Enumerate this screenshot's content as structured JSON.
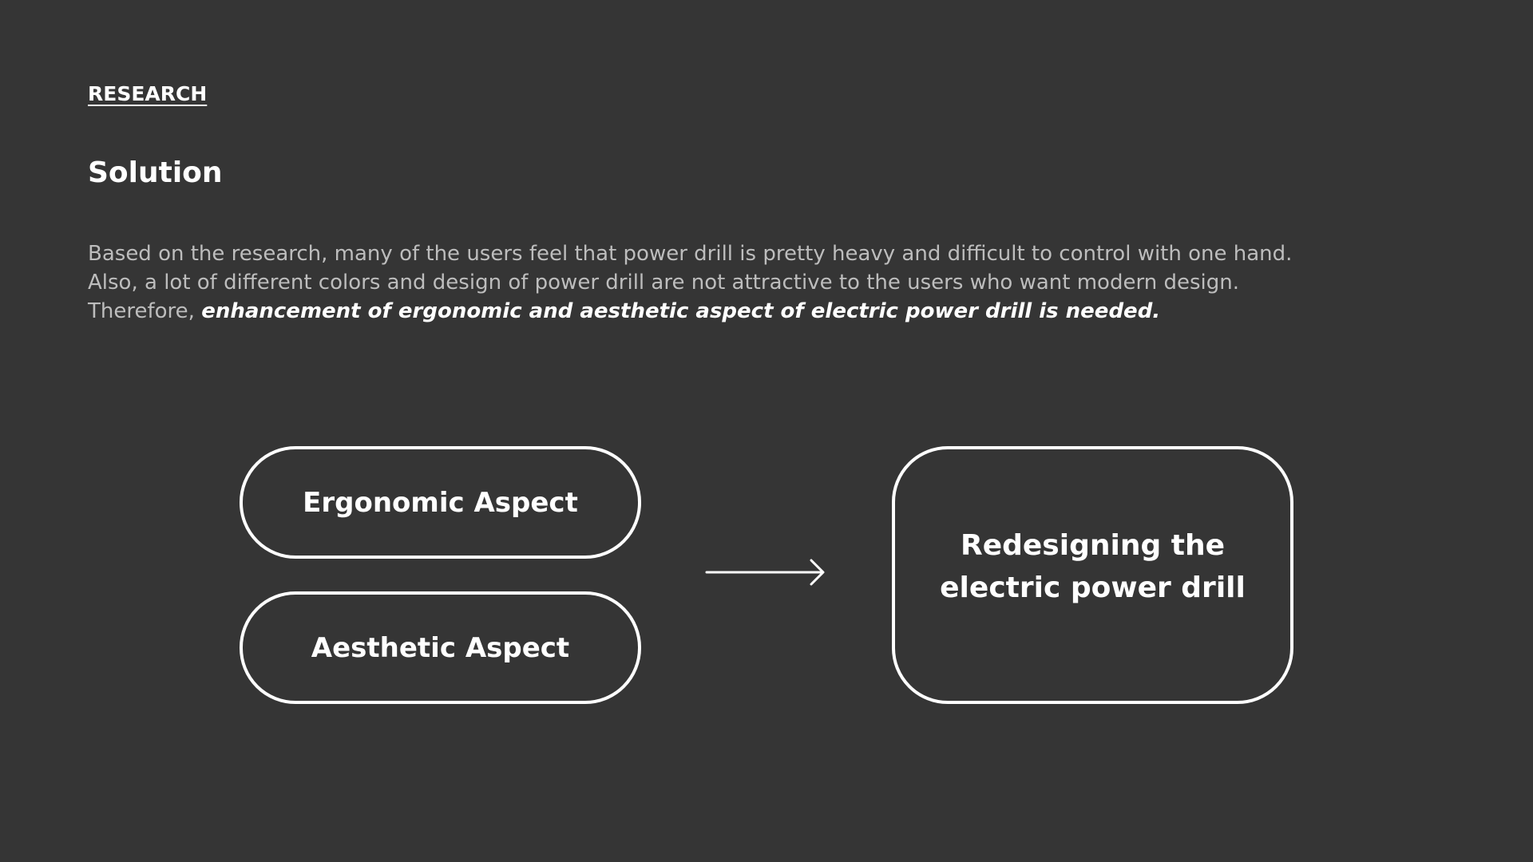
{
  "header": {
    "section_label": "RESEARCH",
    "title": "Solution"
  },
  "body": {
    "line1": "Based on the research, many of the users feel that power drill is pretty heavy and difficult to control with one hand.",
    "line2": "Also, a lot of different colors and design of power drill are not attractive to the users who want modern design.",
    "line3_prefix": "Therefore, ",
    "line3_emphasis": "enhancement of ergonomic and aesthetic aspect of electric power drill is needed."
  },
  "diagram": {
    "inputs": [
      {
        "label": "Ergonomic Aspect"
      },
      {
        "label": "Aesthetic Aspect"
      }
    ],
    "arrow_icon": "right-arrow-icon",
    "result": {
      "line1": "Redesigning the",
      "line2": "electric power drill"
    }
  },
  "colors": {
    "background": "#353535",
    "text_primary": "#ffffff",
    "text_secondary": "#bdbdbd",
    "outline": "#ffffff"
  }
}
